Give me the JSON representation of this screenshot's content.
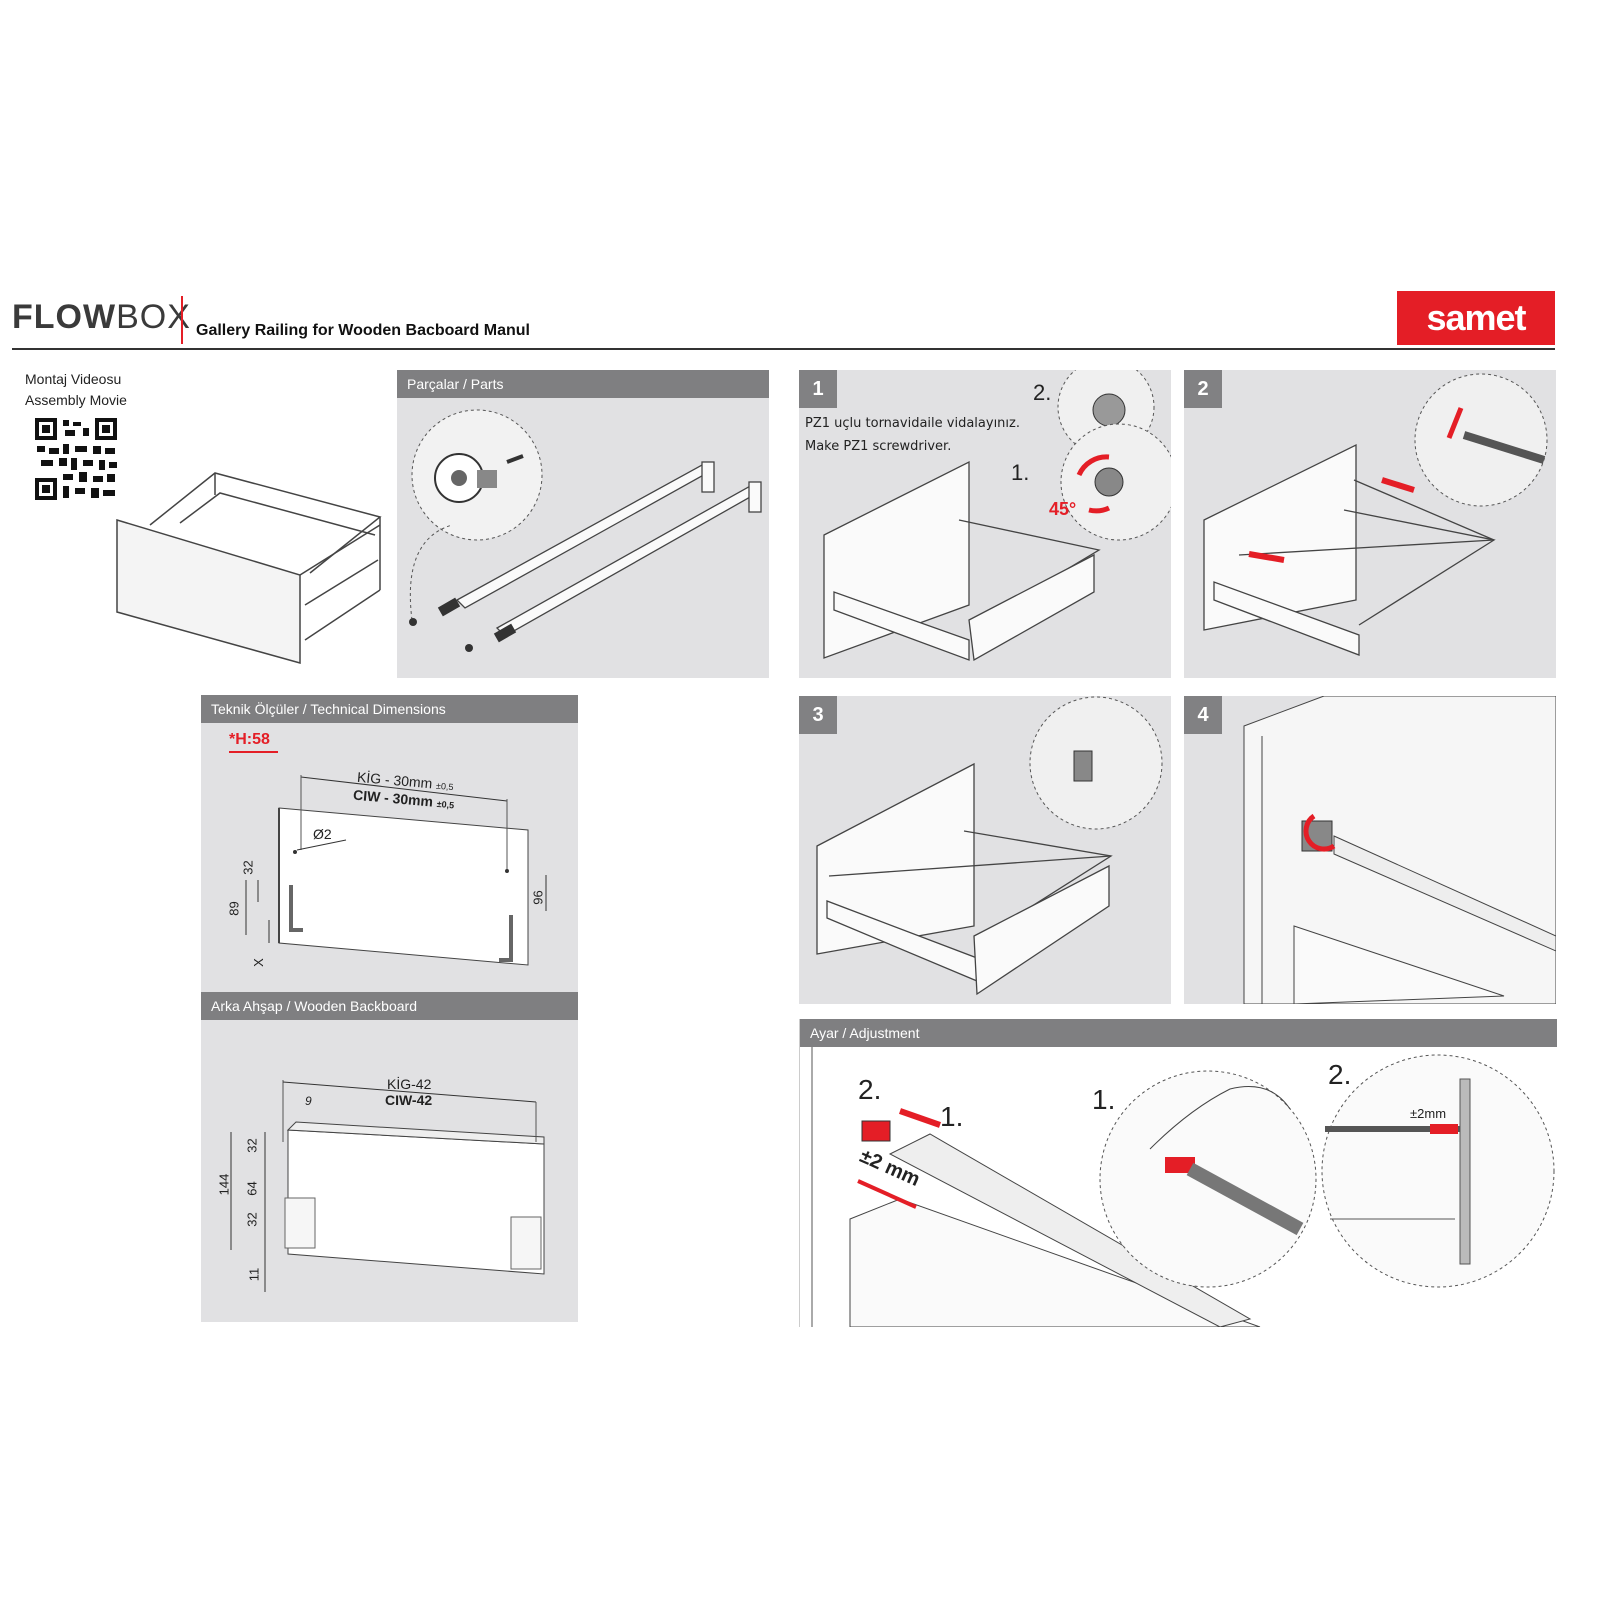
{
  "header": {
    "brand_bold": "FLOW",
    "brand_light": "BOX",
    "subtitle": "Gallery Railing for Wooden Bacboard Manul",
    "logo": "samet",
    "accent_color": "#e41e26"
  },
  "video": {
    "label_tr": "Montaj Videosu",
    "label_en": "Assembly Movie",
    "qr_icon": "qr-code-icon"
  },
  "parts": {
    "title": "Parçalar / Parts"
  },
  "steps": [
    {
      "number": "1",
      "text_tr": "PZ1 uçlu tornavidaile vidalayınız.",
      "text_en": "Make PZ1 screwdriver.",
      "callout_1": "1.",
      "callout_2": "2.",
      "angle": "45°"
    },
    {
      "number": "2"
    },
    {
      "number": "3"
    },
    {
      "number": "4"
    }
  ],
  "technical": {
    "title": "Teknik Ölçüler / Technical Dimensions",
    "height_label": "*H:58",
    "width_tr": "KİG - 30mm",
    "width_en": "CIW - 30mm",
    "tolerance": "±0,5",
    "hole_diameter": "Ø2",
    "dim_32": "32",
    "dim_89": "89",
    "dim_96": "96",
    "dim_x": "X"
  },
  "backboard": {
    "title": "Arka Ahşap / Wooden Backboard",
    "width_tr": "KİG-42",
    "width_en": "CIW-42",
    "dim_9": "9",
    "dim_144": "144",
    "dim_32a": "32",
    "dim_64": "64",
    "dim_32b": "32",
    "dim_11": "11"
  },
  "adjustment": {
    "title": "Ayar / Adjustment",
    "callout_1a": "1.",
    "callout_2a": "2.",
    "callout_1b": "1.",
    "callout_2b": "2.",
    "range": "±2 mm",
    "range_small": "±2mm"
  }
}
